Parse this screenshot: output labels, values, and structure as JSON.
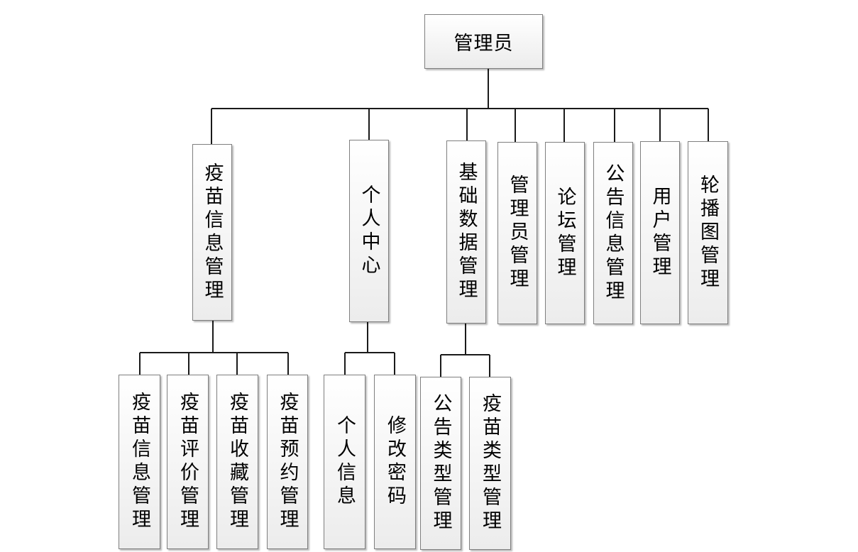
{
  "colors": {
    "line": "#1a1a1a",
    "border": "#7f7f7f",
    "fill_top": "#ffffff",
    "fill_bottom": "#ececec"
  },
  "root": {
    "label": "管理员"
  },
  "level1": [
    {
      "label": "疫苗信息管理"
    },
    {
      "label": "个人中心"
    },
    {
      "label": "基础数据管理"
    },
    {
      "label": "管理员管理"
    },
    {
      "label": "论坛管理"
    },
    {
      "label": "公告信息管理"
    },
    {
      "label": "用户管理"
    },
    {
      "label": "轮播图管理"
    }
  ],
  "vaccine_children": [
    {
      "label": "疫苗信息管理"
    },
    {
      "label": "疫苗评价管理"
    },
    {
      "label": "疫苗收藏管理"
    },
    {
      "label": "疫苗预约管理"
    }
  ],
  "personal_children": [
    {
      "label": "个人信息"
    },
    {
      "label": "修改密码"
    }
  ],
  "basic_children": [
    {
      "label": "公告类型管理"
    },
    {
      "label": "疫苗类型管理"
    }
  ]
}
